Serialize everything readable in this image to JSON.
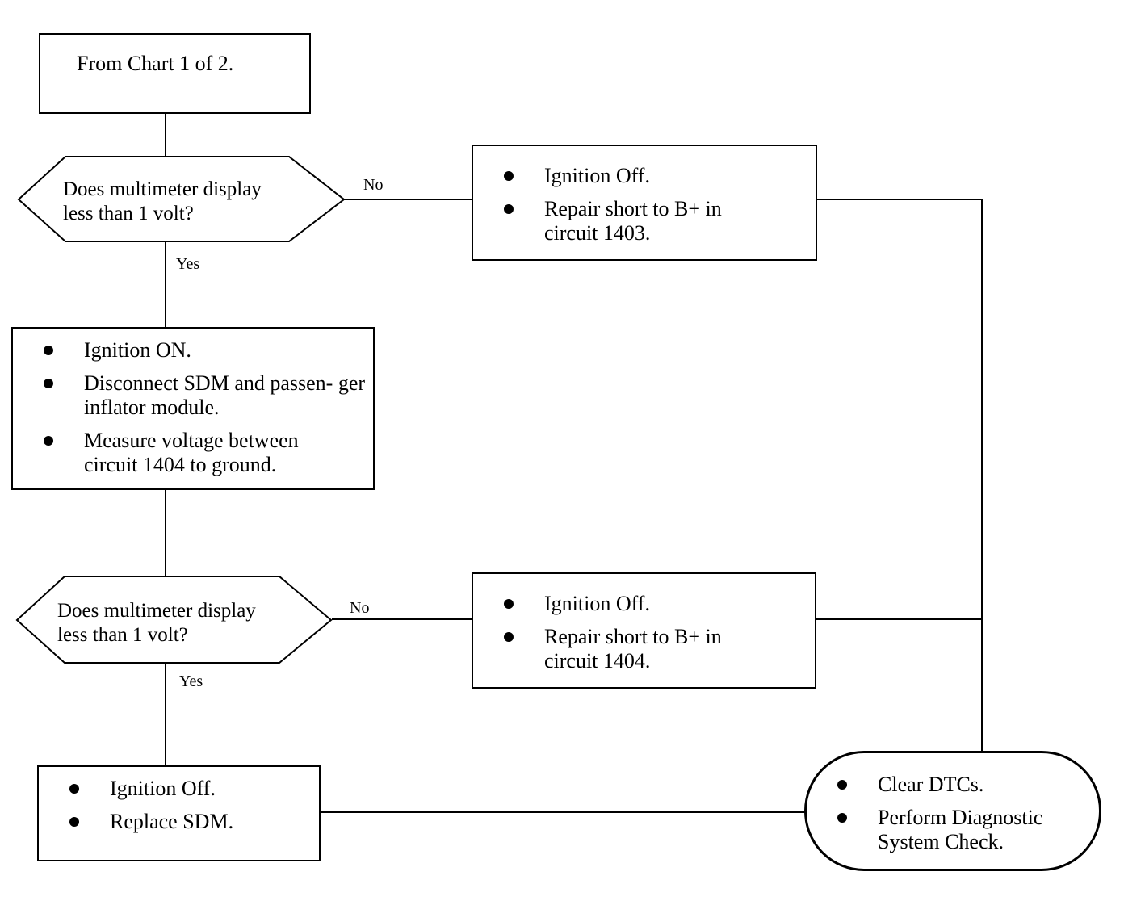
{
  "start": {
    "text": "From Chart 1 of 2."
  },
  "decision1": {
    "line1": "Does multimeter display",
    "line2": "less than 1 volt?",
    "no_label": "No",
    "yes_label": "Yes"
  },
  "repair1403": {
    "items": [
      "Ignition Off.",
      "Repair short to B+ in circuit 1403."
    ]
  },
  "step_ign_on": {
    "items": [
      "Ignition ON.",
      "Disconnect SDM and passen- ger inflator module.",
      "Measure voltage between circuit 1404 to ground."
    ]
  },
  "decision2": {
    "line1": "Does multimeter display",
    "line2": "less than 1 volt?",
    "no_label": "No",
    "yes_label": "Yes"
  },
  "repair1404": {
    "items": [
      "Ignition Off.",
      "Repair short to B+ in circuit 1404."
    ]
  },
  "replace_sdm": {
    "items": [
      "Ignition Off.",
      "Replace SDM."
    ]
  },
  "end": {
    "items": [
      "Clear DTCs.",
      "Perform Diagnostic System Check."
    ]
  }
}
